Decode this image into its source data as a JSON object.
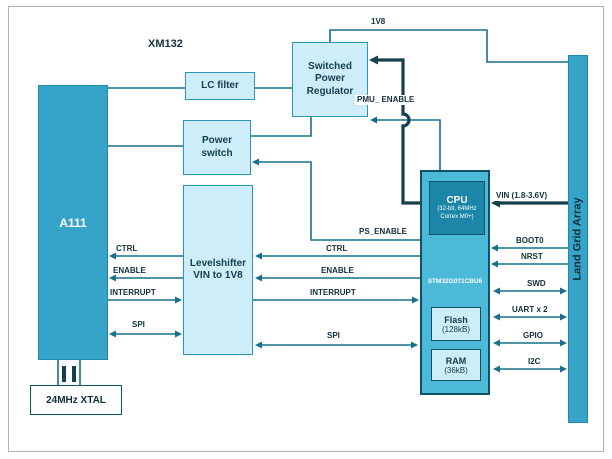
{
  "diagram_title": "XM132",
  "colors": {
    "block_teal": "#35a4c8",
    "block_light": "#cdeef9",
    "block_border": "#2b96ba",
    "mcu_fill": "#4db9d9",
    "mcu_border": "#0e5266",
    "cpu_fill": "#1b86a8",
    "wire": "#16708c",
    "power_wire": "#173f4d",
    "label_text": "#10303d"
  },
  "blocks": {
    "a111": {
      "label": "A111"
    },
    "lc_filter": {
      "label": "LC filter"
    },
    "power_switch": {
      "label": "Power\nswitch"
    },
    "regulator": {
      "label": "Switched\nPower\nRegulator"
    },
    "levelshifter": {
      "label": "Levelshifter\nVIN to 1V8"
    },
    "mcu": {
      "part_number": "STM32G071CBU6",
      "cpu_title": "CPU",
      "cpu_sub": "(32-bit, 64MHz\nCortex M0+)",
      "flash_title": "Flash",
      "flash_sub": "(128kB)",
      "ram_title": "RAM",
      "ram_sub": "(36kB)"
    },
    "lga": {
      "label": "Land Grid Array"
    },
    "xtal": {
      "label": "24MHz XTAL"
    }
  },
  "net_labels": {
    "v18": "1V8",
    "pmu_enable": "PMU_\nENABLE",
    "ps_enable": "PS_ENABLE",
    "vin": "VIN (1.8-3.6V)",
    "ctrl_left": "CTRL",
    "enable_left": "ENABLE",
    "interrupt_left": "INTERRUPT",
    "spi_left": "SPI",
    "ctrl_right": "CTRL",
    "enable_right": "ENABLE",
    "interrupt_right": "INTERRUPT",
    "spi_right": "SPI",
    "boot0": "BOOT0",
    "nrst": "NRST",
    "swd": "SWD",
    "uart": "UART x 2",
    "gpio": "GPIO",
    "i2c": "I2C"
  }
}
